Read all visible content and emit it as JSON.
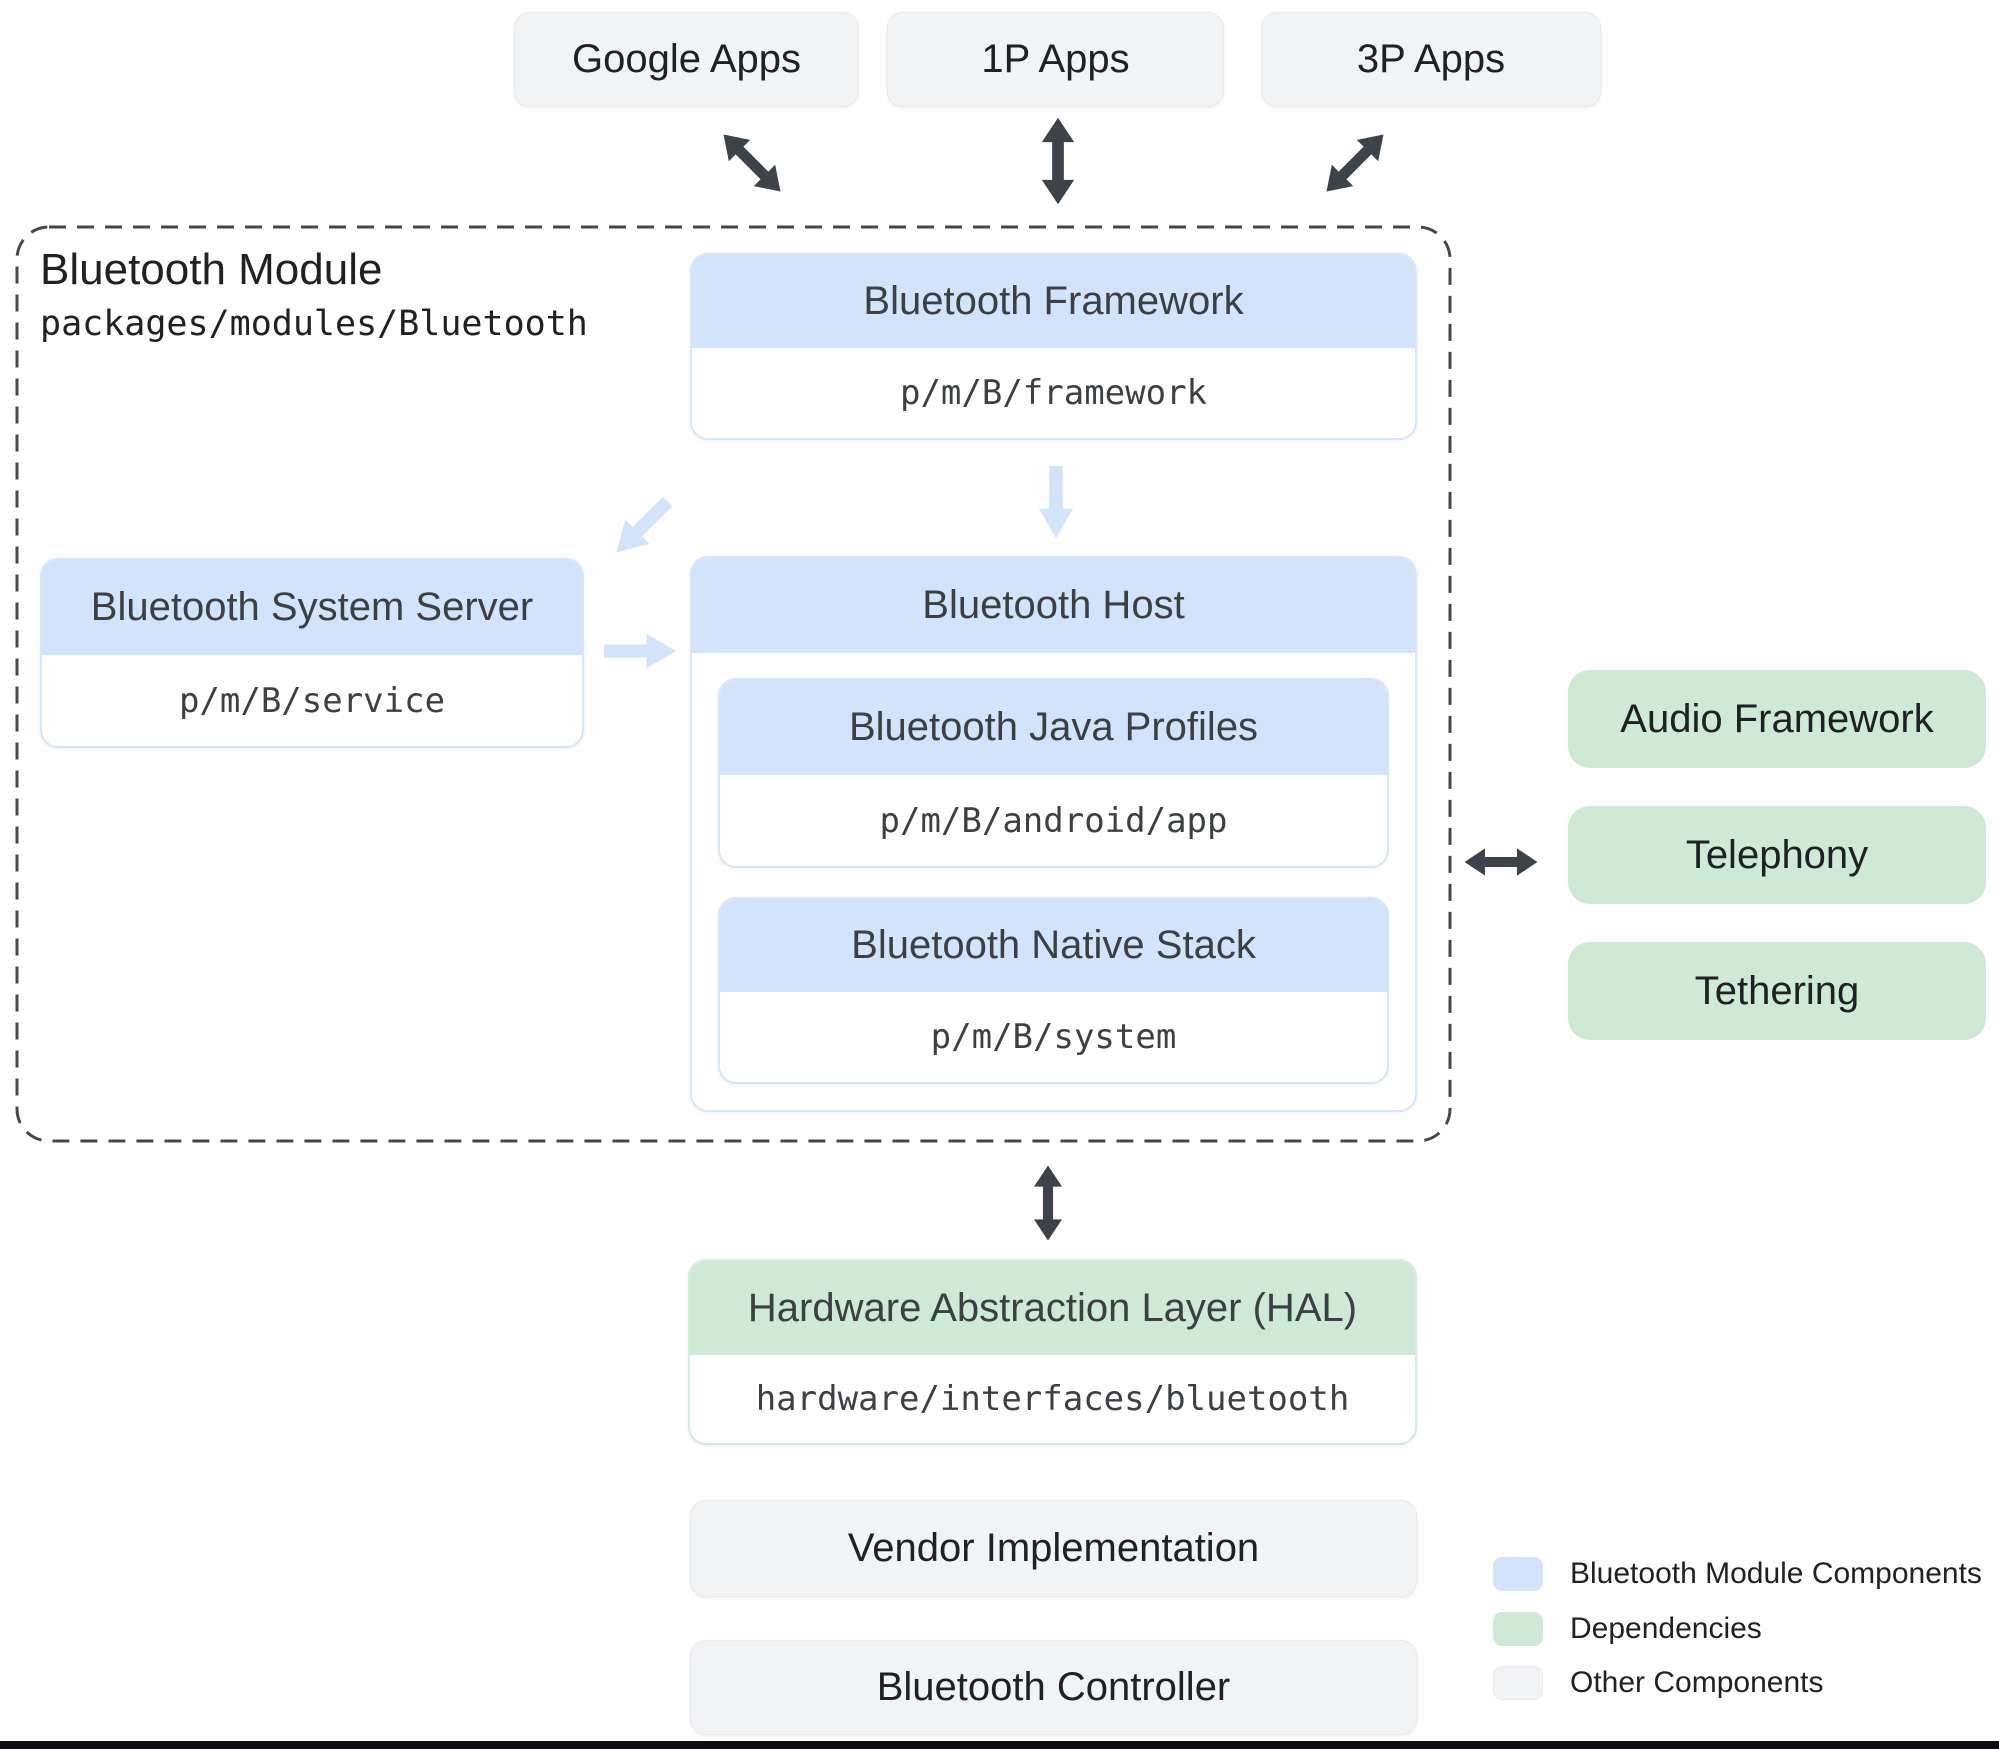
{
  "colors": {
    "module_fill": "#d2e3fc",
    "dependency_fill": "#ceead6",
    "other_fill": "#f1f3f4",
    "arrow_dark": "#3c434a",
    "arrow_light": "#d2e3fc"
  },
  "top_apps": [
    {
      "label": "Google Apps"
    },
    {
      "label": "1P Apps"
    },
    {
      "label": "3P Apps"
    }
  ],
  "module": {
    "title": "Bluetooth Module",
    "path": "packages/modules/Bluetooth",
    "framework": {
      "title": "Bluetooth Framework",
      "path": "p/m/B/framework"
    },
    "system_server": {
      "title": "Bluetooth System Server",
      "path": "p/m/B/service"
    },
    "host": {
      "title": "Bluetooth Host",
      "java_profiles": {
        "title": "Bluetooth Java Profiles",
        "path": "p/m/B/android/app"
      },
      "native_stack": {
        "title": "Bluetooth Native Stack",
        "path": "p/m/B/system"
      }
    }
  },
  "hal": {
    "title": "Hardware Abstraction Layer (HAL)",
    "path": "hardware/interfaces/bluetooth"
  },
  "other_components": [
    {
      "label": "Vendor Implementation"
    },
    {
      "label": "Bluetooth Controller"
    }
  ],
  "dependencies": [
    {
      "label": "Audio Framework"
    },
    {
      "label": "Telephony"
    },
    {
      "label": "Tethering"
    }
  ],
  "legend": [
    {
      "label": "Bluetooth Module Components",
      "color": "#d2e3fc"
    },
    {
      "label": "Dependencies",
      "color": "#ceead6"
    },
    {
      "label": "Other Components",
      "color": "#f1f3f4"
    }
  ]
}
